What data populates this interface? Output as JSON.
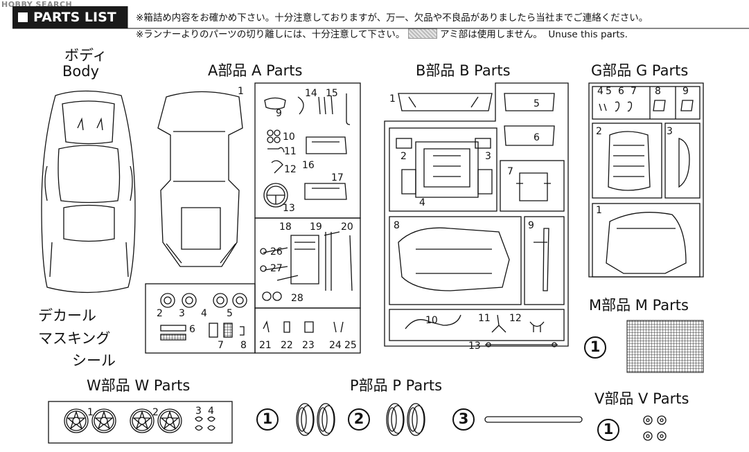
{
  "watermark": "HOBBY SEARCH",
  "title": "PARTS LIST",
  "notes": {
    "line1": "※箱詰め内容をお確かめ下さい。十分注意しておりますが、万一、欠品や不良品がありましたら当社までご連絡ください。",
    "line2_a": "※ランナーよりのパーツの切り離しには、十分注意して下さい。",
    "line2_b": "アミ部は使用しません。",
    "line2_c": "Unuse this parts."
  },
  "sections": {
    "body_jp": "ボディ",
    "body_en": "Body",
    "a": "A部品  A Parts",
    "b": "B部品  B Parts",
    "g": "G部品  G Parts",
    "m": "M部品  M Parts",
    "w": "W部品  W Parts",
    "p": "P部品  P Parts",
    "v": "V部品 V Parts",
    "decal1": "デカール",
    "decal2": "マスキング",
    "decal3": "シール"
  },
  "a_numbers": [
    "1",
    "9",
    "14",
    "15",
    "10",
    "11",
    "16",
    "12",
    "17",
    "13",
    "18",
    "19",
    "20",
    "26",
    "27",
    "28",
    "2",
    "3",
    "4",
    "5",
    "6",
    "7",
    "8",
    "21",
    "22",
    "23",
    "24",
    "25"
  ],
  "b_numbers": [
    "1",
    "5",
    "6",
    "2",
    "3",
    "4",
    "7",
    "8",
    "9",
    "10",
    "11",
    "12",
    "13"
  ],
  "g_numbers": [
    "4",
    "5",
    "6",
    "7",
    "8",
    "9",
    "2",
    "3",
    "1"
  ],
  "w_numbers": [
    "1",
    "2",
    "3",
    "4"
  ],
  "circled": {
    "m": "1",
    "p1": "1",
    "p2": "2",
    "p3": "3",
    "v": "1"
  }
}
